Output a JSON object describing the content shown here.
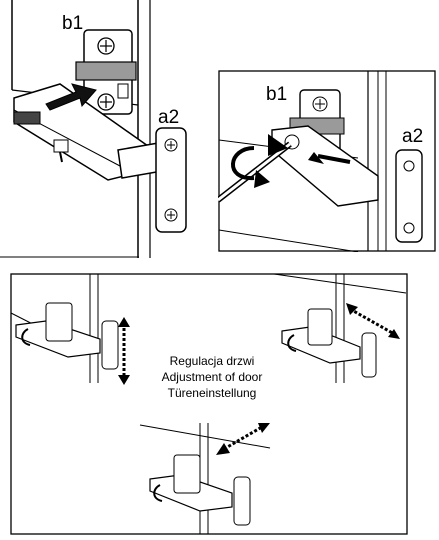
{
  "top_left": {
    "label_b": "b1",
    "label_a": "a2"
  },
  "top_right": {
    "label_b": "b1",
    "label_a": "a2"
  },
  "bottom": {
    "caption_lines": [
      "Regulacja drzwi",
      "Adjustment of door",
      "Türeneinstellung"
    ]
  }
}
